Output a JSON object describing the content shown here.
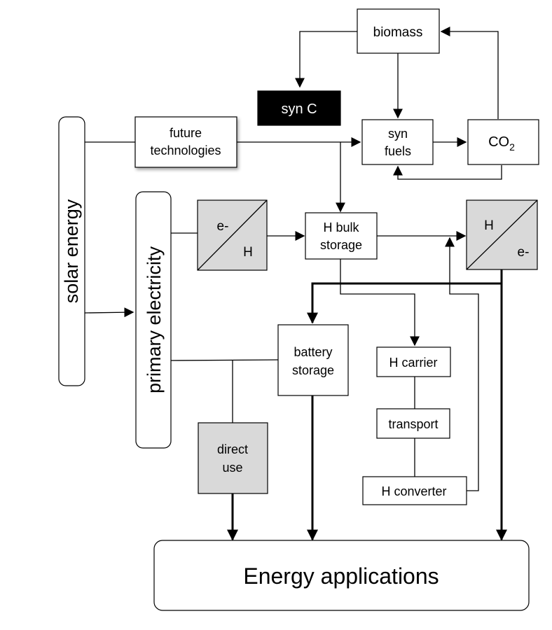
{
  "nodes": {
    "biomass": "biomass",
    "syn_c": "syn C",
    "syn_fuels": [
      "syn",
      "fuels"
    ],
    "co2": {
      "base": "CO",
      "sub": "2"
    },
    "solar_energy": "solar energy",
    "future_technologies": [
      "future",
      "technologies"
    ],
    "primary_electricity": "primary electricity",
    "electrolyzer": {
      "top": "e-",
      "bottom": "H"
    },
    "h_bulk_storage": [
      "H bulk",
      "storage"
    ],
    "fuel_cell": {
      "top": "H",
      "bottom": "e-"
    },
    "battery_storage": [
      "battery",
      "storage"
    ],
    "h_carrier": "H carrier",
    "transport": "transport",
    "h_converter": "H converter",
    "direct_use": [
      "direct",
      "use"
    ],
    "energy_applications": "Energy applications"
  },
  "colors": {
    "gray_fill": "#d9d9d9",
    "dark_fill": "#000000",
    "line": "#000000"
  }
}
